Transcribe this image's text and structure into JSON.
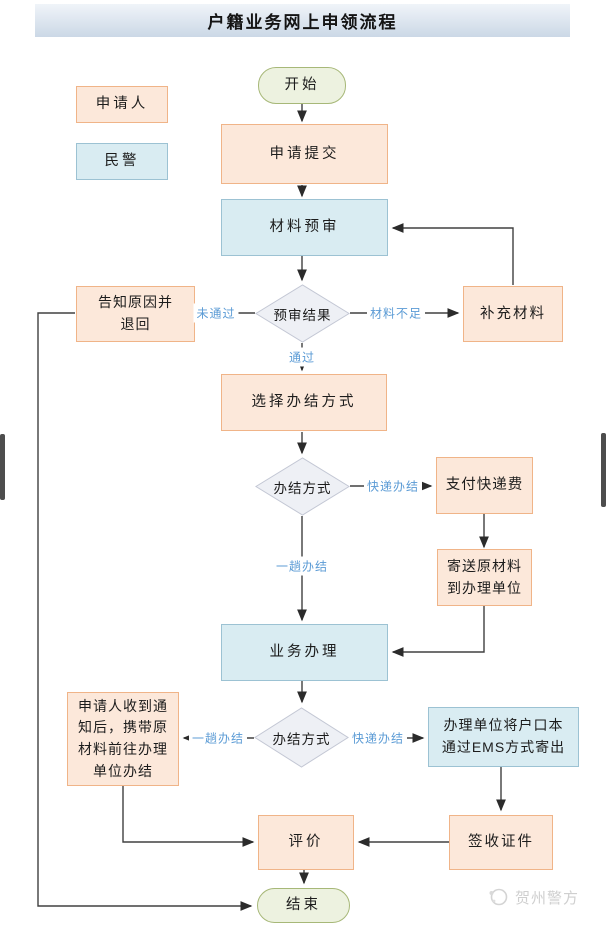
{
  "title": "户籍业务网上申领流程",
  "legend": {
    "applicant": "申请人",
    "police": "民警"
  },
  "nodes": {
    "start": "开始",
    "submit": "申请提交",
    "pre_review": "材料预审",
    "review_result": "预审结果",
    "notify_return": "告知原因并退回",
    "supplement": "补充材料",
    "choose_method": "选择办结方式",
    "method1": "办结方式",
    "pay_express": "支付快递费",
    "mail_materials": "寄送原材料到办理单位",
    "process": "业务办理",
    "method2": "办结方式",
    "applicant_visit": "申请人收到通知后，携带原材料前往办理单位办结",
    "ems_send": "办理单位将户口本通过EMS方式寄出",
    "evaluate": "评价",
    "sign_receive": "签收证件",
    "end": "结束"
  },
  "edge_labels": {
    "fail": "未通过",
    "insufficient": "材料不足",
    "pass": "通过",
    "express1": "快递办结",
    "one_trip1": "一趟办结",
    "one_trip2": "一趟办结",
    "express2": "快递办结"
  },
  "watermark": "贺州警方",
  "colors": {
    "applicant_fill": "#fce8da",
    "applicant_border": "#f0b488",
    "police_fill": "#d9ecf2",
    "police_border": "#9cc2d3",
    "terminal_fill": "#edf2e0",
    "terminal_border": "#a7b878",
    "decision_fill": "#eef0f5",
    "decision_border": "#c3c7d4",
    "edge_label_color": "#5b9bd5"
  }
}
